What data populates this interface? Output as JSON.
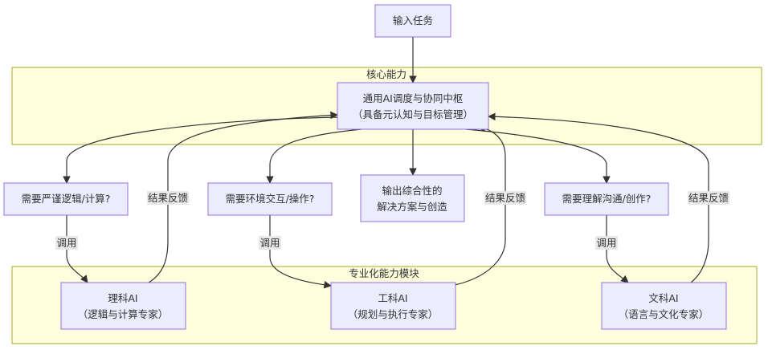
{
  "clusters": {
    "core": {
      "label": "核心能力"
    },
    "modules": {
      "label": "专业化能力模块"
    }
  },
  "nodes": {
    "input": {
      "line1": "输入任务"
    },
    "hub": {
      "line1": "通用AI调度与协同中枢",
      "line2": "（具备元认知与目标管理）"
    },
    "q_logic": {
      "line1": "需要严谨逻辑/计算?"
    },
    "q_env": {
      "line1": "需要环境交互/操作?"
    },
    "output": {
      "line1": "输出综合性的",
      "line2": "解决方案与创造"
    },
    "q_comm": {
      "line1": "需要理解沟通/创作?"
    },
    "sci": {
      "line1": "理科AI",
      "line2": "（逻辑与计算专家）"
    },
    "eng": {
      "line1": "工科AI",
      "line2": "（规划与执行专家）"
    },
    "arts": {
      "line1": "文科AI",
      "line2": "（语言与文化专家）"
    }
  },
  "edge_labels": {
    "call": "调用",
    "feedback": "结果反馈"
  },
  "colors": {
    "node_fill": "#ececff",
    "node_stroke": "#9370db",
    "cluster_fill": "#ffffde",
    "cluster_stroke": "#aaaa33",
    "edge": "#333333",
    "label_bg": "#e8e8e8"
  }
}
